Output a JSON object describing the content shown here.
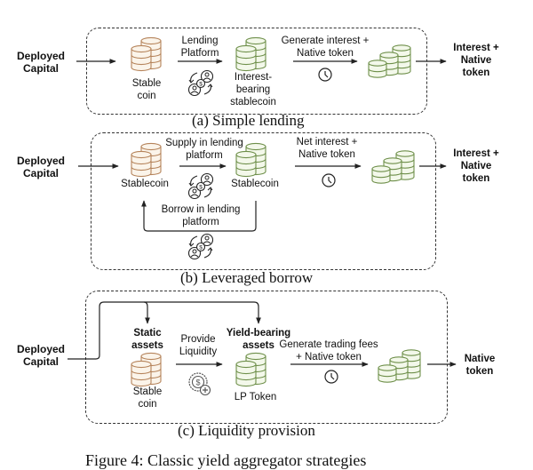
{
  "colors": {
    "stablecoin_stroke": "#b5835a",
    "stablecoin_fill": "#fbf4ea",
    "yield_stroke": "#6e8f4a",
    "yield_fill": "#f3f8ea",
    "line": "#222222"
  },
  "panels": {
    "a": {
      "caption": "(a) Simple lending",
      "input_label": "Deployed Capital",
      "nodes": [
        {
          "icon": "stablecoin-stack-icon",
          "label": "Stable coin"
        },
        {
          "icon": "interest-bearing-stack-icon",
          "label": "Interest-bearing stablecoin"
        },
        {
          "icon": "coins-stack-icon",
          "label": ""
        }
      ],
      "edges": [
        {
          "label": "Lending Platform",
          "icon": "lending-exchange-icon"
        },
        {
          "label": "Generate interest + Native token",
          "icon": "clock-icon"
        }
      ],
      "output_label": "Interest + Native token"
    },
    "b": {
      "caption": "(b) Leveraged borrow",
      "input_label": "Deployed Capital",
      "nodes": [
        {
          "icon": "stablecoin-stack-icon",
          "label": "Stablecoin"
        },
        {
          "icon": "stablecoin-green-stack-icon",
          "label": "Stablecoin"
        },
        {
          "icon": "coins-stack-icon",
          "label": ""
        }
      ],
      "edges": [
        {
          "label": "Supply in lending platform",
          "icon": "lending-exchange-icon"
        },
        {
          "label": "Borrow in lending platform",
          "icon": "lending-exchange-icon"
        },
        {
          "label": "Net interest + Native token",
          "icon": "clock-icon"
        }
      ],
      "output_label": "Interest + Native token"
    },
    "c": {
      "caption": "(c) Liquidity provision",
      "input_label": "Deployed Capital",
      "groups": [
        "Static assets",
        "Yield-bearing assets"
      ],
      "nodes": [
        {
          "icon": "stablecoin-stack-icon",
          "label": "Stable coin"
        },
        {
          "icon": "lp-token-stack-icon",
          "label": "LP Token"
        },
        {
          "icon": "coins-stack-icon",
          "label": ""
        }
      ],
      "edges": [
        {
          "label": "Provide Liquidity",
          "icon": "liquidity-coin-plus-icon"
        },
        {
          "label": "Generate trading fees + Native token",
          "icon": "clock-icon"
        }
      ],
      "output_label": "Native token"
    }
  },
  "figure_caption": "Figure 4: Classic yield aggregator strategies"
}
